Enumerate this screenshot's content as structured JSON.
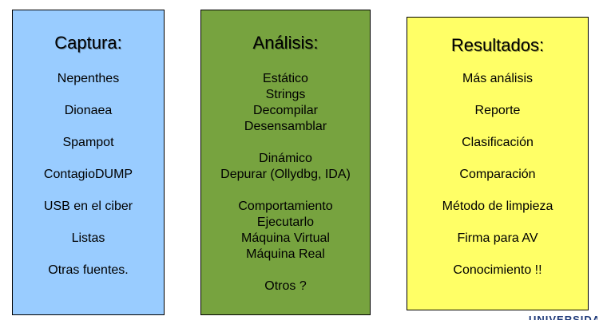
{
  "colors": {
    "captura_fill": "#99ccff",
    "analisis_fill": "#77a33f",
    "resultados_fill": "#ffff66",
    "border": "#000000",
    "text": "#000000",
    "logo": "#1f3a7a"
  },
  "captura": {
    "title": "Captura:",
    "items": [
      "Nepenthes",
      "Dionaea",
      "Spampot",
      "ContagioDUMP",
      "USB en el ciber",
      "Listas",
      "Otras fuentes."
    ]
  },
  "analisis": {
    "title": "Análisis:",
    "groups": [
      [
        "Estático",
        "Strings",
        "Decompilar",
        "Desensamblar"
      ],
      [
        "Dinámico",
        "Depurar (Ollydbg, IDA)"
      ],
      [
        "Comportamiento",
        "Ejecutarlo",
        "Máquina Virtual",
        "Máquina Real"
      ],
      [
        "Otros ?"
      ]
    ]
  },
  "resultados": {
    "title": "Resultados:",
    "items": [
      "Más análisis",
      "Reporte",
      "Clasificación",
      "Comparación",
      "Método de limpieza",
      "Firma para AV",
      "Conocimiento !!"
    ]
  },
  "footer": {
    "logo_text": "UNIVERSIDAD"
  }
}
